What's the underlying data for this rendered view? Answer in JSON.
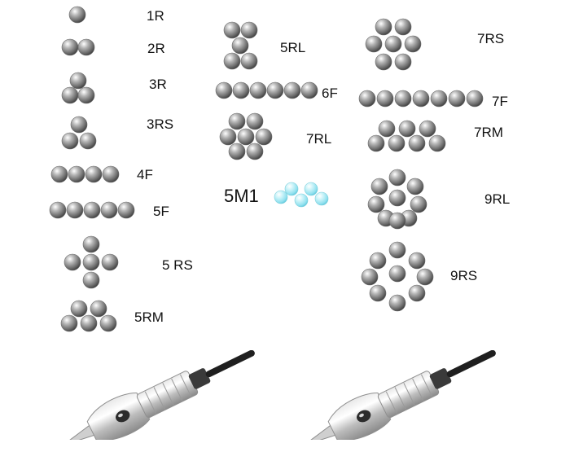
{
  "configurations": [
    {
      "label": "1R"
    },
    {
      "label": "2R"
    },
    {
      "label": "3R"
    },
    {
      "label": "3RS"
    },
    {
      "label": "4F"
    },
    {
      "label": "5F"
    },
    {
      "label": "5 RS"
    },
    {
      "label": "5RM"
    },
    {
      "label": "5RL"
    },
    {
      "label": "6F"
    },
    {
      "label": "7RL"
    },
    {
      "label": "5M1",
      "color": "#8fe0ee"
    },
    {
      "label": "7RS"
    },
    {
      "label": "7F"
    },
    {
      "label": "7RM"
    },
    {
      "label": "9RL"
    },
    {
      "label": "9RS"
    }
  ],
  "colors": {
    "ball": "#8a8a8a",
    "ball_highlight": "#ffffff",
    "ball_shadow": "#3c3c3c",
    "label": "#111111"
  },
  "images": {
    "cartridge_left": "needle-cartridge",
    "cartridge_right": "needle-cartridge"
  }
}
